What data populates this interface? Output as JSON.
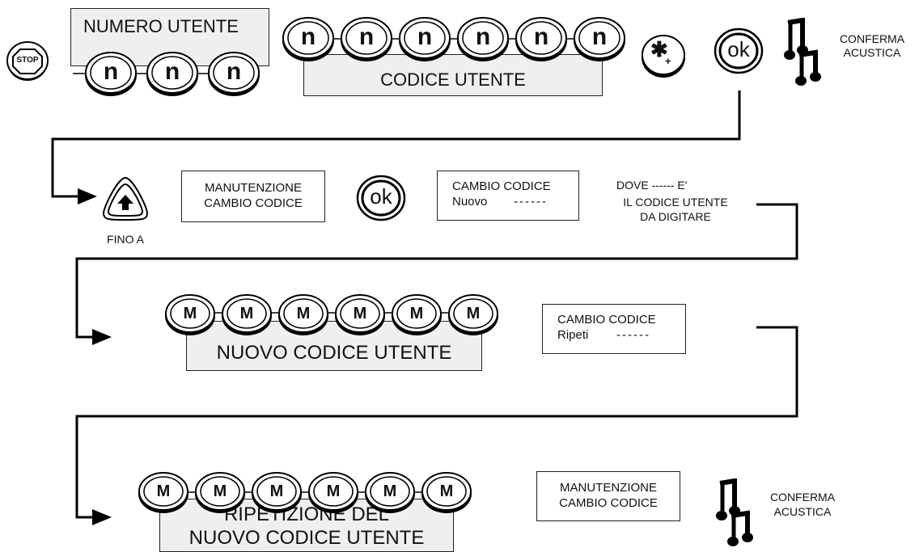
{
  "top": {
    "stop_key": "STOP",
    "user_number_label": "NUMERO UTENTE",
    "user_number_keys": [
      "n",
      "n",
      "n"
    ],
    "user_code_keys": [
      "n",
      "n",
      "n",
      "n",
      "n",
      "n"
    ],
    "user_code_label": "CODICE UTENTE",
    "star_key": "✱",
    "star_key_sub": "+",
    "ok_key": "ok",
    "confirm_line1": "CONFERMA",
    "confirm_line2": "ACUSTICA"
  },
  "row2": {
    "up_key_caption": "FINO A",
    "menu_line1": "MANUTENZIONE",
    "menu_line2": "CAMBIO CODICE",
    "ok_key": "ok",
    "display_line1": "CAMBIO CODICE",
    "display_line2_label": "Nuovo",
    "display_line2_dashes": "------",
    "note_line1": "DOVE ------ E'",
    "note_line2": "IL CODICE UTENTE",
    "note_line3": "DA DIGITARE"
  },
  "row3": {
    "keys": [
      "M",
      "M",
      "M",
      "M",
      "M",
      "M"
    ],
    "label": "NUOVO CODICE UTENTE",
    "display_line1": "CAMBIO CODICE",
    "display_line2_label": "Ripeti",
    "display_line2_dashes": "------"
  },
  "row4": {
    "keys": [
      "M",
      "M",
      "M",
      "M",
      "M",
      "M"
    ],
    "label_line1": "RIPETIZIONE DEL",
    "label_line2": "NUOVO CODICE UTENTE",
    "menu_line1": "MANUTENZIONE",
    "menu_line2": "CAMBIO CODICE",
    "confirm_line1": "CONFERMA",
    "confirm_line2": "ACUSTICA"
  }
}
